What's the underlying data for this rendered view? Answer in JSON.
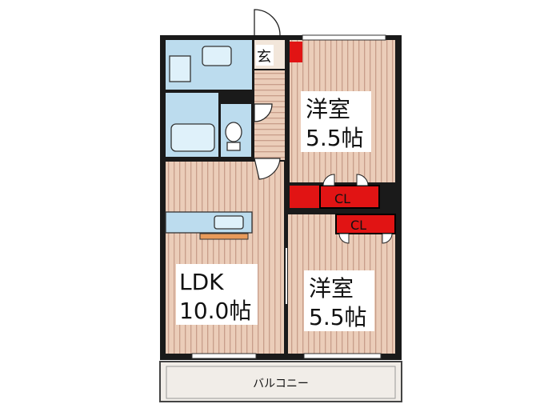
{
  "rooms": {
    "western_upper": {
      "name": "洋室",
      "size": "5.5帖"
    },
    "western_lower": {
      "name": "洋室",
      "size": "5.5帖"
    },
    "ldk": {
      "name": "LDK",
      "size": "10.0帖"
    }
  },
  "closet_upper": "CL",
  "closet_lower": "CL",
  "entrance": "玄",
  "balcony": "バルコニー",
  "colors": {
    "wall": "#1a1a1a",
    "floor_wood": "#e9c9b6",
    "floor_stripe": "#c79f8c",
    "wet_area": "#b6dcef",
    "closet_red": "#e11414",
    "balcony": "#f1ede8",
    "counter": "#e89a5a"
  }
}
